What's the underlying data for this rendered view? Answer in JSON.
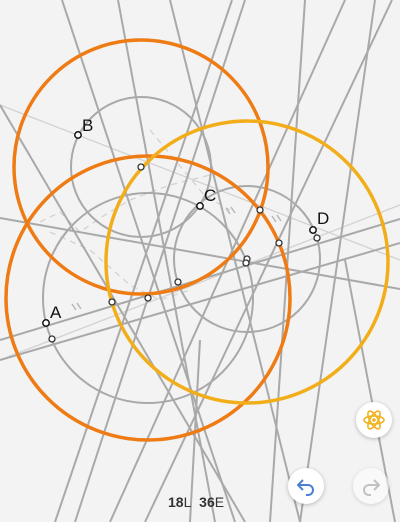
{
  "points": [
    {
      "label": "A"
    },
    {
      "label": "B"
    },
    {
      "label": "C"
    },
    {
      "label": "D"
    }
  ],
  "move_counter": {
    "lines_value": "18",
    "lines_unit": "L",
    "elementary_value": "36",
    "elementary_unit": "E"
  },
  "buttons": {
    "hint_icon": "atom-icon",
    "undo_icon": "undo-arrow-icon",
    "redo_icon": "redo-arrow-icon"
  },
  "colors": {
    "background": "#f3f3f3",
    "construction_line": "#a9a9a9",
    "highlight_orange": "#ee7b14",
    "highlight_yellow": "#f2ae1a",
    "hint_lines": "#c9c9c9"
  }
}
